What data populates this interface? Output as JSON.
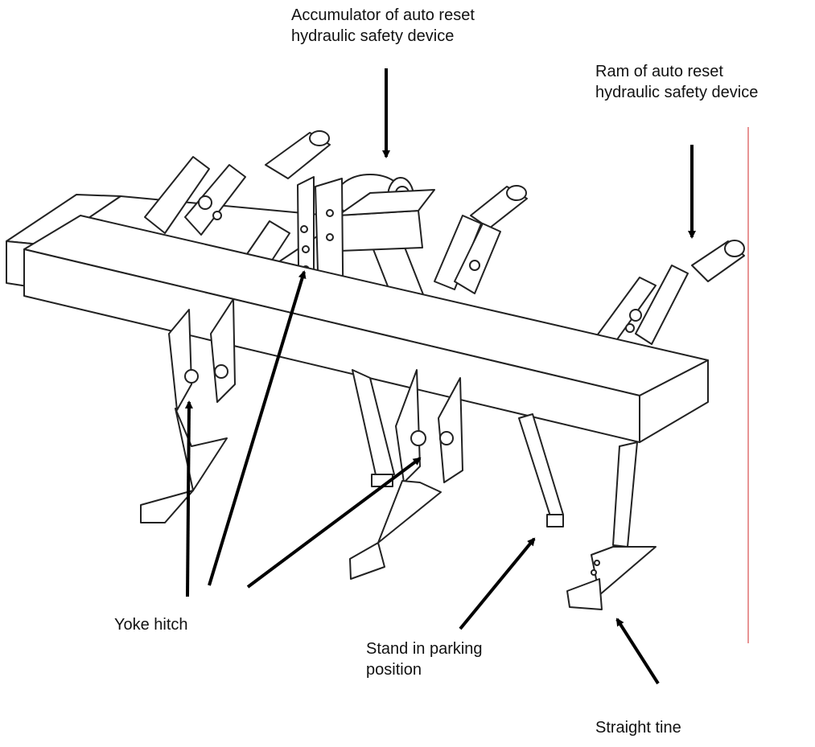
{
  "labels": {
    "accumulator": "Accumulator of auto reset\nhydraulic safety device",
    "ram": "Ram of auto reset\nhydraulic safety device",
    "yoke_hitch": "Yoke hitch",
    "stand": "Stand in parking\nposition",
    "straight_tine": "Straight tine"
  },
  "colors": {
    "line": "#222222",
    "arrow": "#000000",
    "margin_line": "#e07070"
  }
}
